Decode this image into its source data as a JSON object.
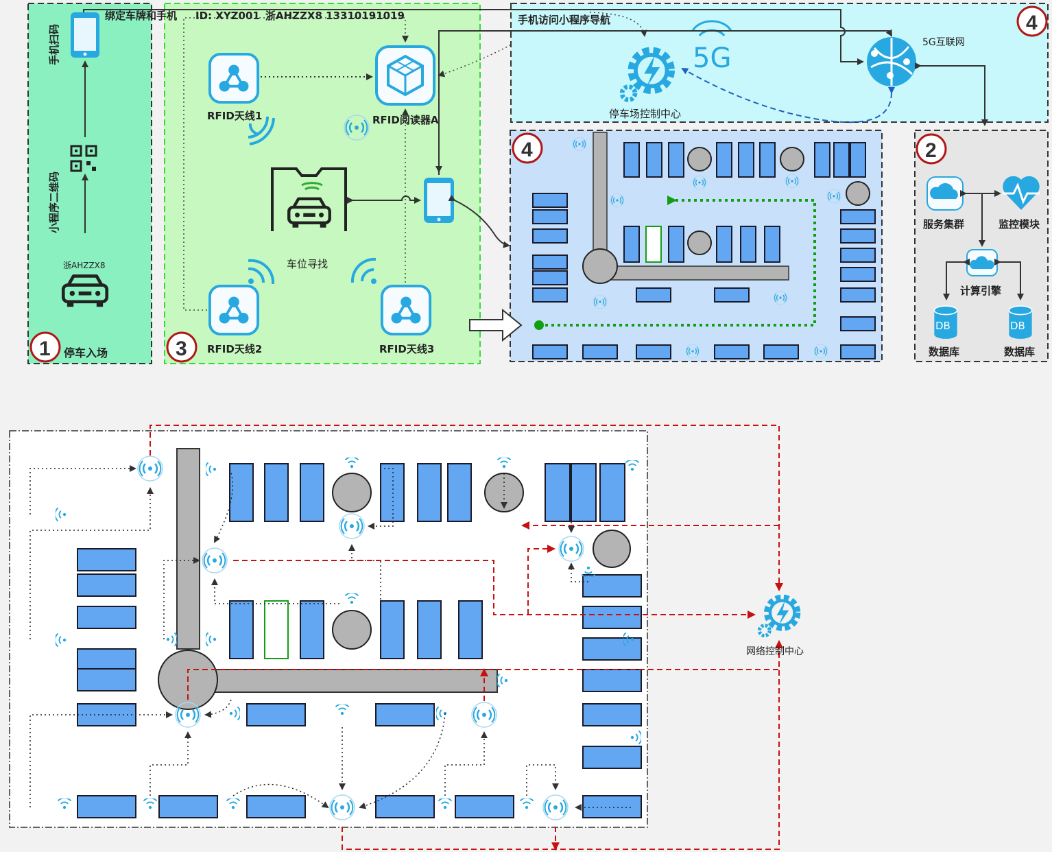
{
  "colors": {
    "zone1_fill": "#8af0c0",
    "zone3_fill": "#c6f8c0",
    "zone4_top_fill": "#c8f8fc",
    "zone4_lot_fill": "#c8e0fa",
    "zone2_fill": "#e6e6e6",
    "slot_blue": "#63a7f2",
    "road_gray": "#b4b4b4",
    "accent_cyan": "#27a8e0",
    "red_line": "#c81010",
    "green_path": "#129e12"
  },
  "zones": {
    "z1": {
      "num": "1",
      "title": "停车入场",
      "phone_label": "手机扫码",
      "qr_label": "小程序二维码",
      "plate": "浙AHZZX8"
    },
    "z3": {
      "num": "3",
      "bind_text": "绑定车牌和手机",
      "id_text": "ID: XYZ001",
      "plate_phone": "浙AHZZX8 13310191019",
      "antenna1": "RFID天线1",
      "reader": "RFID阅读器A",
      "antenna2": "RFID天线2",
      "antenna3": "RFID天线3",
      "find_spot": "车位寻找"
    },
    "z4_top": {
      "num": "4",
      "nav_label": "手机访问小程序导航",
      "control_center": "停车场控制中心",
      "fiveg_label": "5G",
      "net_label": "5G互联网"
    },
    "z4_lot": {
      "num": "4"
    },
    "z2": {
      "num": "2",
      "cluster": "服务集群",
      "monitor": "监控模块",
      "engine": "计算引擎",
      "db_left": "数据库",
      "db_right": "数据库",
      "db_icon": "DB"
    }
  },
  "bottom": {
    "network_center": "网络控制中心"
  },
  "icons": [
    "phone-icon",
    "qr-code-icon",
    "car-icon",
    "rfid-antenna-icon",
    "rfid-reader-icon",
    "wifi-signal-icon",
    "gear-bolt-icon",
    "globe-network-icon",
    "cloud-server-icon",
    "heart-monitor-icon",
    "database-icon",
    "arrow-right-icon"
  ]
}
